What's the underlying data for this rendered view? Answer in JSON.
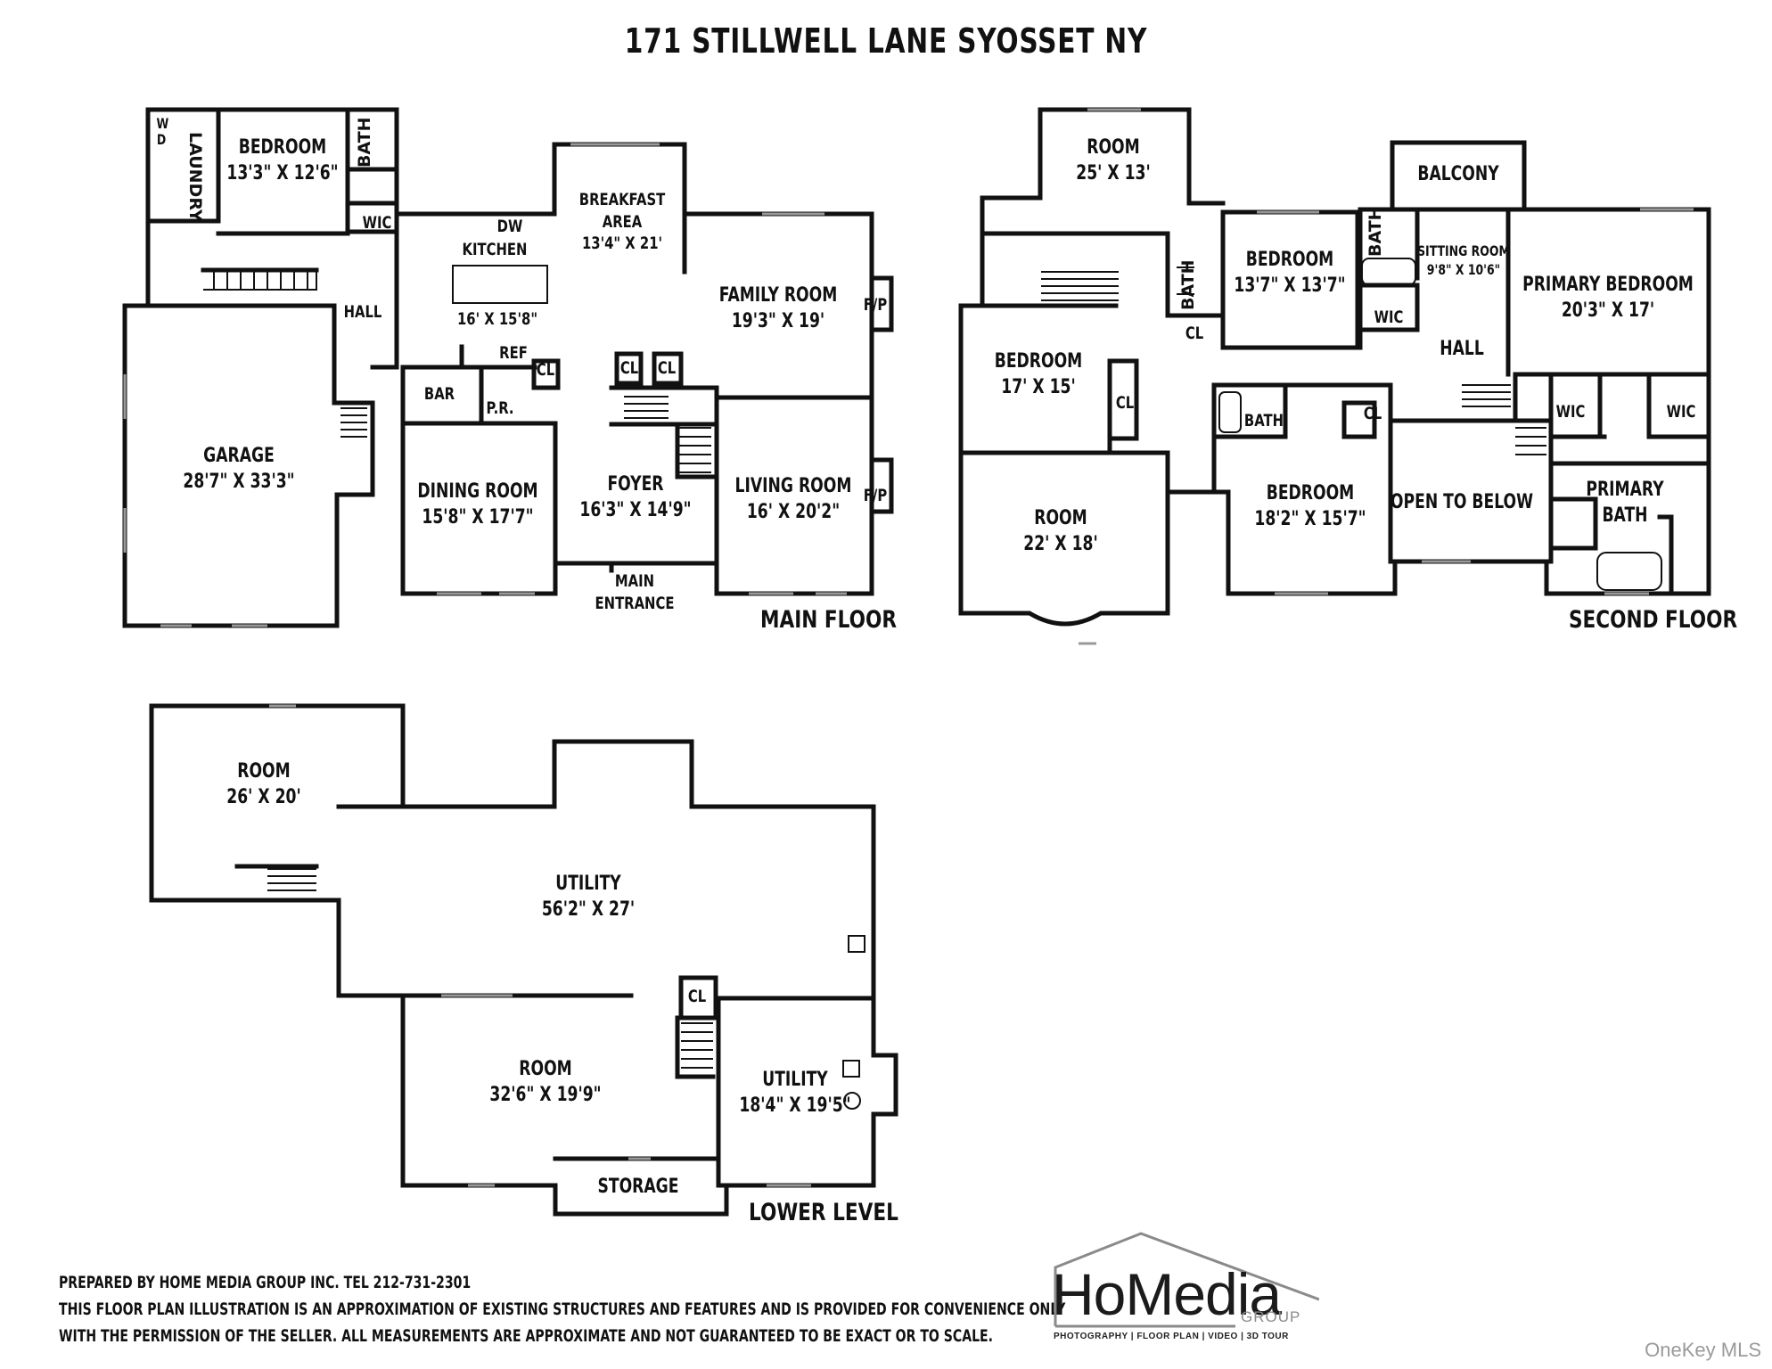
{
  "title": "171 STILLWELL LANE SYOSSET NY",
  "floors": {
    "main": {
      "label": "MAIN FLOOR",
      "rooms": {
        "bedroom": {
          "name": "BEDROOM",
          "dim": "13'3\" X 12'6\""
        },
        "laundry": {
          "name": "LAUNDRY"
        },
        "wd": {
          "name": "W D"
        },
        "bath": {
          "name": "BATH"
        },
        "wic": {
          "name": "WIC"
        },
        "dw": {
          "name": "DW"
        },
        "kitchen": {
          "name": "KITCHEN",
          "dim": "16' X 15'8\""
        },
        "breakfast": {
          "name": "BREAKFAST",
          "name2": "AREA",
          "dim": "13'4\" X 21'"
        },
        "family": {
          "name": "FAMILY ROOM",
          "dim": "19'3\" X 19'"
        },
        "fp1": {
          "name": "F/P"
        },
        "hall": {
          "name": "HALL"
        },
        "garage": {
          "name": "GARAGE",
          "dim": "28'7\" X 33'3\""
        },
        "ref": {
          "name": "REF"
        },
        "cl1": {
          "name": "CL"
        },
        "cl2": {
          "name": "CL"
        },
        "cl3": {
          "name": "CL"
        },
        "bar": {
          "name": "BAR"
        },
        "pr": {
          "name": "P.R."
        },
        "dining": {
          "name": "DINING ROOM",
          "dim": "15'8\" X 17'7\""
        },
        "foyer": {
          "name": "FOYER",
          "dim": "16'3\" X 14'9\""
        },
        "living": {
          "name": "LIVING ROOM",
          "dim": "16' X 20'2\""
        },
        "fp2": {
          "name": "F/P"
        },
        "entrance": {
          "name": "MAIN",
          "name2": "ENTRANCE"
        }
      }
    },
    "second": {
      "label": "SECOND FLOOR",
      "rooms": {
        "room_top": {
          "name": "ROOM",
          "dim": "25' X 13'"
        },
        "balcony": {
          "name": "BALCONY"
        },
        "bath1": {
          "name": "BATH"
        },
        "bedroom1": {
          "name": "BEDROOM",
          "dim": "13'7\" X 13'7\""
        },
        "bath2": {
          "name": "BATH"
        },
        "sitting": {
          "name": "SITTING ROOM",
          "dim": "9'8\" X 10'6\""
        },
        "primary_bed": {
          "name": "PRIMARY BEDROOM",
          "dim": "20'3\" X 17'"
        },
        "cl_a": {
          "name": "CL"
        },
        "wic_a": {
          "name": "WIC"
        },
        "hall": {
          "name": "HALL"
        },
        "bedroom2": {
          "name": "BEDROOM",
          "dim": "17' X 15'"
        },
        "cl_b": {
          "name": "CL"
        },
        "wic_b": {
          "name": "WIC"
        },
        "wic_c": {
          "name": "WIC"
        },
        "bath3": {
          "name": "BATH"
        },
        "cl_c": {
          "name": "CL"
        },
        "room_big": {
          "name": "ROOM",
          "dim": "22' X 18'"
        },
        "bedroom3": {
          "name": "BEDROOM",
          "dim": "18'2\" X 15'7\""
        },
        "open": {
          "name": "OPEN TO BELOW"
        },
        "primary_bath": {
          "name": "PRIMARY",
          "name2": "BATH"
        }
      }
    },
    "lower": {
      "label": "LOWER LEVEL",
      "rooms": {
        "room1": {
          "name": "ROOM",
          "dim": "26' X 20'"
        },
        "utility1": {
          "name": "UTILITY",
          "dim": "56'2\" X 27'"
        },
        "cl": {
          "name": "CL"
        },
        "room2": {
          "name": "ROOM",
          "dim": "32'6\" X 19'9\""
        },
        "utility2": {
          "name": "UTILITY",
          "dim": "18'4\" X 19'5\""
        },
        "storage": {
          "name": "STORAGE"
        }
      }
    }
  },
  "footer": {
    "line1": "PREPARED BY HOME MEDIA GROUP INC. TEL 212-731-2301",
    "line2": "THIS FLOOR PLAN ILLUSTRATION IS AN APPROXIMATION OF EXISTING STRUCTURES AND FEATURES AND IS PROVIDED FOR CONVENIENCE ONLY",
    "line3": "WITH THE PERMISSION OF THE SELLER. ALL MEASUREMENTS ARE APPROXIMATE AND NOT GUARANTEED TO BE EXACT OR TO SCALE."
  },
  "logo": {
    "word": "HoMedia",
    "group": "GROUP",
    "tagline": "PHOTOGRAPHY | FLOOR PLAN | VIDEO | 3D TOUR"
  },
  "watermark": "OneKey MLS"
}
